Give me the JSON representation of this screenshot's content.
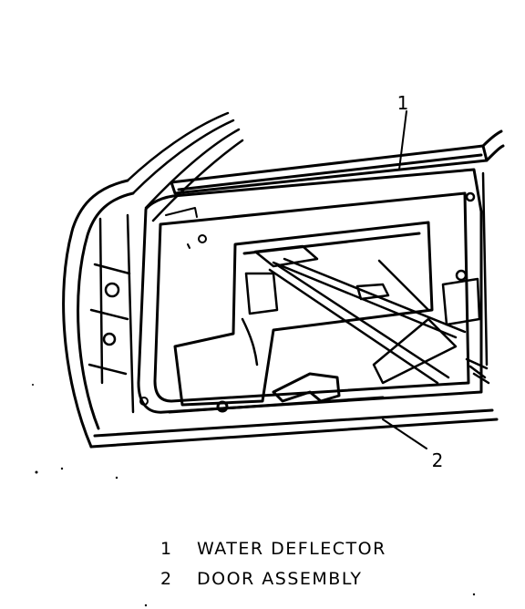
{
  "callouts": [
    {
      "number": "1",
      "target": "water deflector"
    },
    {
      "number": "2",
      "target": "door assembly"
    }
  ],
  "legend": [
    {
      "number": "1",
      "label": "WATER DEFLECTOR"
    },
    {
      "number": "2",
      "label": "DOOR ASSEMBLY"
    }
  ],
  "colors": {
    "ink": "#000000",
    "paper": "#ffffff"
  }
}
